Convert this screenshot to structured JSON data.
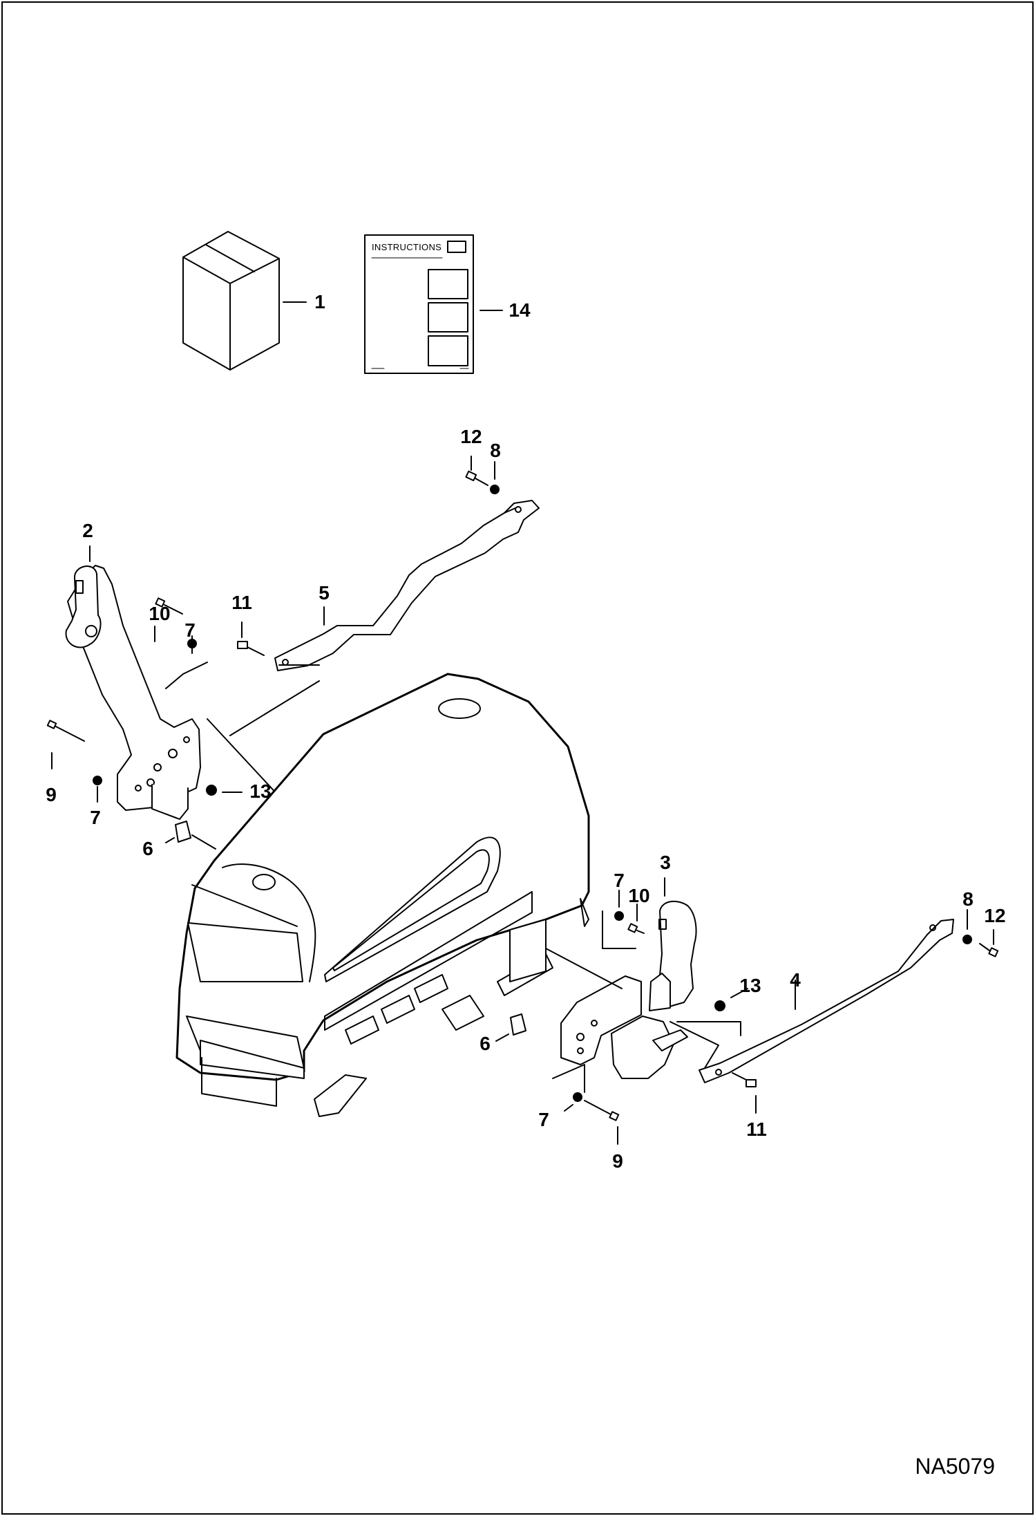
{
  "drawing_id": "NA5079",
  "instruction_sheet": {
    "title": "INSTRUCTIONS"
  },
  "callouts": {
    "c1": "1",
    "c14": "14",
    "c12a": "12",
    "c8a": "8",
    "c2": "2",
    "c5": "5",
    "c11a": "11",
    "c10a": "10",
    "c7a": "7",
    "c9a": "9",
    "c7b": "7",
    "c13a": "13",
    "c6a": "6",
    "c3": "3",
    "c7c": "7",
    "c10b": "10",
    "c8b": "8",
    "c12b": "12",
    "c13b": "13",
    "c4": "4",
    "c6b": "6",
    "c7d": "7",
    "c11b": "11",
    "c9b": "9"
  },
  "colors": {
    "line": "#000000",
    "background": "#ffffff",
    "fill_dark": "#2a2a2a"
  }
}
